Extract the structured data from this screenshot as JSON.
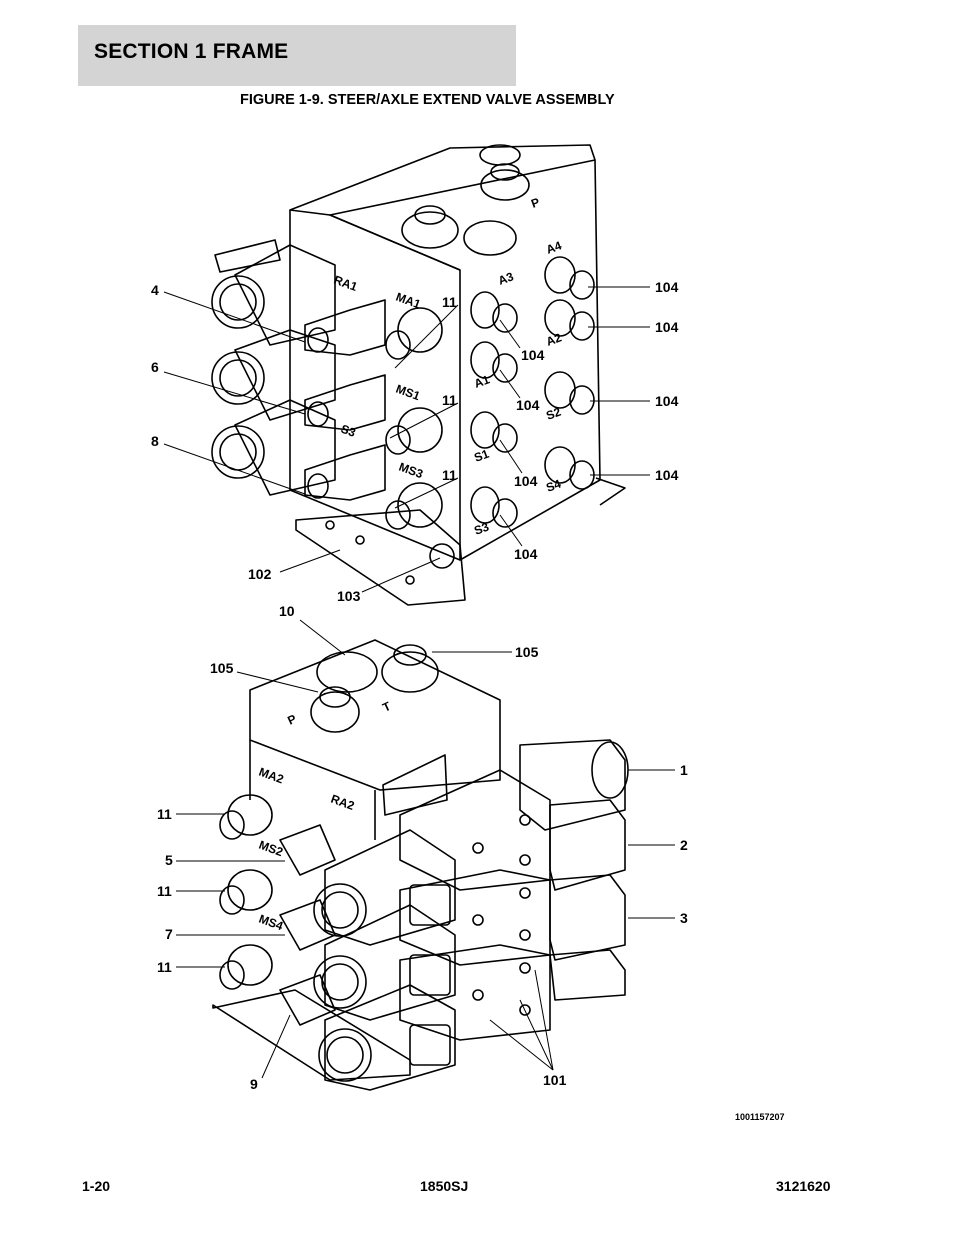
{
  "header": {
    "section": "SECTION 1  FRAME"
  },
  "figure": {
    "title": "FIGURE 1-9. STEER/AXLE EXTEND VALVE ASSEMBLY",
    "top_view_port_labels": [
      "RA1",
      "MA1",
      "MS1",
      "MS3",
      "S3",
      "A3",
      "A4",
      "A1",
      "A2",
      "S1",
      "S2",
      "S4",
      "S3",
      "P"
    ],
    "bottom_view_port_labels": [
      "P",
      "T",
      "MA2",
      "RA2",
      "MS2",
      "MS4"
    ],
    "callouts": {
      "c4": "4",
      "c6": "6",
      "c8": "8",
      "c11a": "11",
      "c11b": "11",
      "c11c": "11",
      "c104a": "104",
      "c104b": "104",
      "c104c": "104",
      "c104d": "104",
      "c104e": "104",
      "c104f": "104",
      "c104g": "104",
      "c104h": "104",
      "c102": "102",
      "c103": "103",
      "c10": "10",
      "c105a": "105",
      "c105b": "105",
      "c1": "1",
      "c2": "2",
      "c3": "3",
      "c11d": "11",
      "c11e": "11",
      "c11f": "11",
      "c5": "5",
      "c7": "7",
      "c9": "9",
      "c101": "101"
    },
    "doc_id": "1001157207"
  },
  "footer": {
    "page": "1-20",
    "model": "1850SJ",
    "manual": "3121620"
  }
}
